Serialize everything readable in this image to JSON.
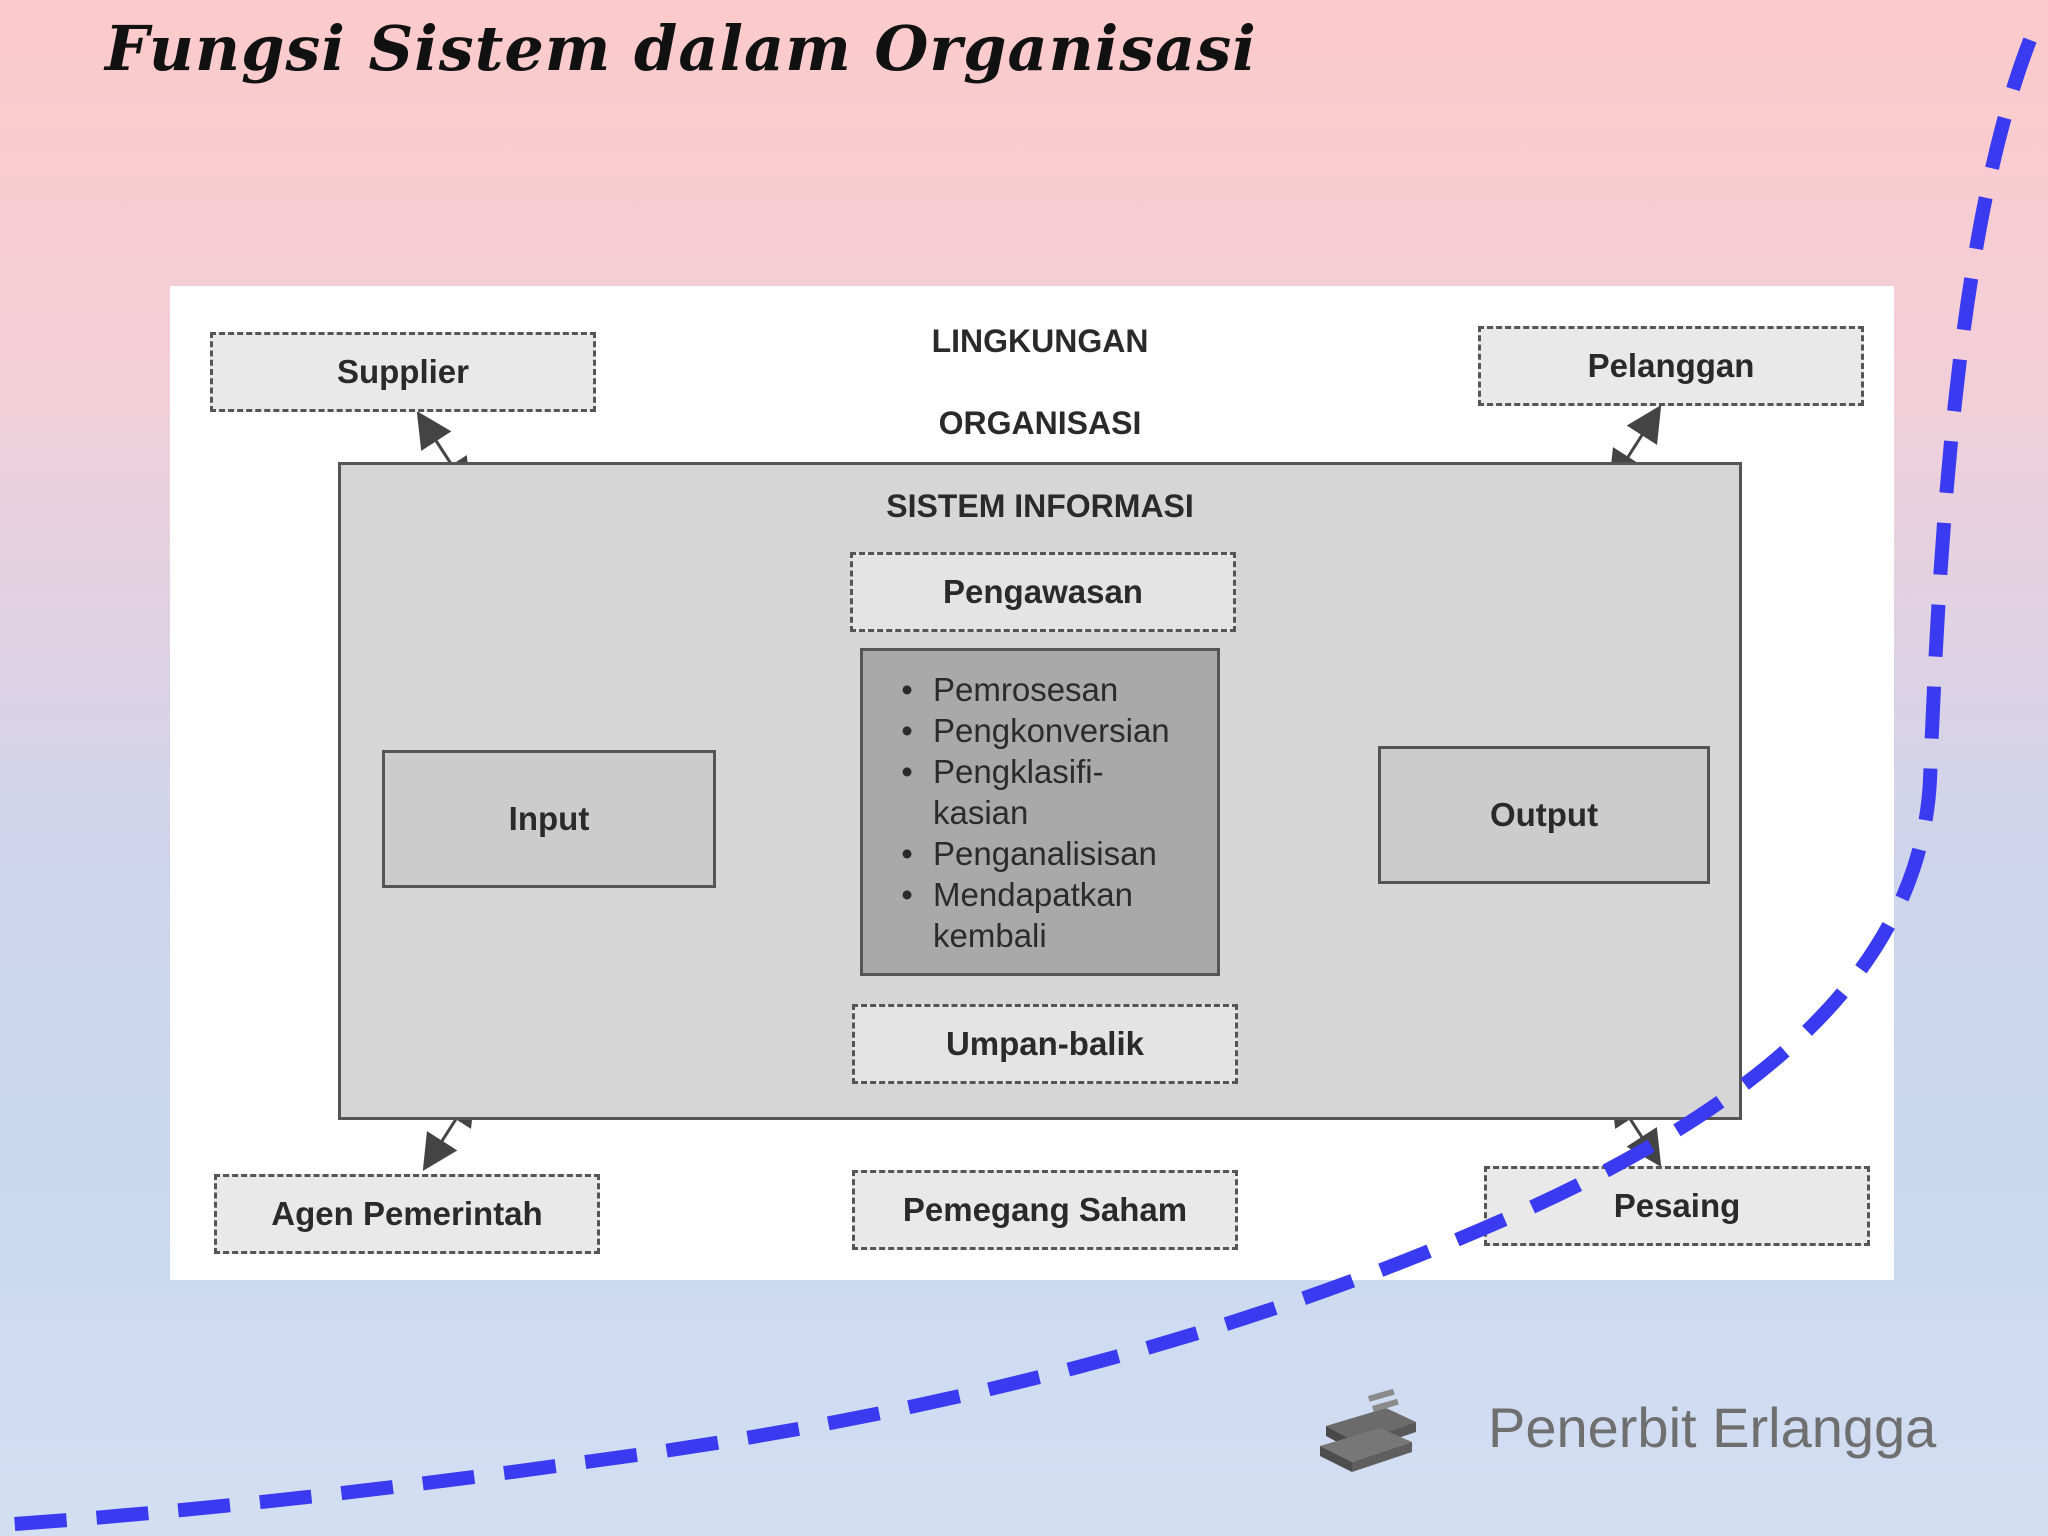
{
  "slide": {
    "title": "Fungsi Sistem dalam Organisasi",
    "footer": "Penerbit Erlangga"
  },
  "diagram": {
    "environment": [
      "LINGKUNGAN",
      "ORGANISASI"
    ],
    "system_title": "SISTEM INFORMASI",
    "control": "Pengawasan",
    "feedback": "Umpan-balik",
    "input": "Input",
    "output": "Output",
    "processes": [
      {
        "bullet": "•",
        "text": "Pemrosesan"
      },
      {
        "bullet": "•",
        "text": "Pengkonversian"
      },
      {
        "bullet": "•",
        "text": "Pengklasifi-"
      },
      {
        "bullet": "",
        "text": "kasian"
      },
      {
        "bullet": "•",
        "text": "Penganalisisan"
      },
      {
        "bullet": "•",
        "text": "Mendapatkan"
      },
      {
        "bullet": "",
        "text": "kembali"
      }
    ],
    "stakeholders": {
      "supplier": "Supplier",
      "customer": "Pelanggan",
      "government": "Agen Pemerintah",
      "shareholder": "Pemegang Saham",
      "competitor": "Pesaing"
    }
  },
  "colors": {
    "dashed_curve": "#3a3af0",
    "diagram_line": "#444444"
  },
  "icons": {
    "logo": "books-stack-icon"
  }
}
